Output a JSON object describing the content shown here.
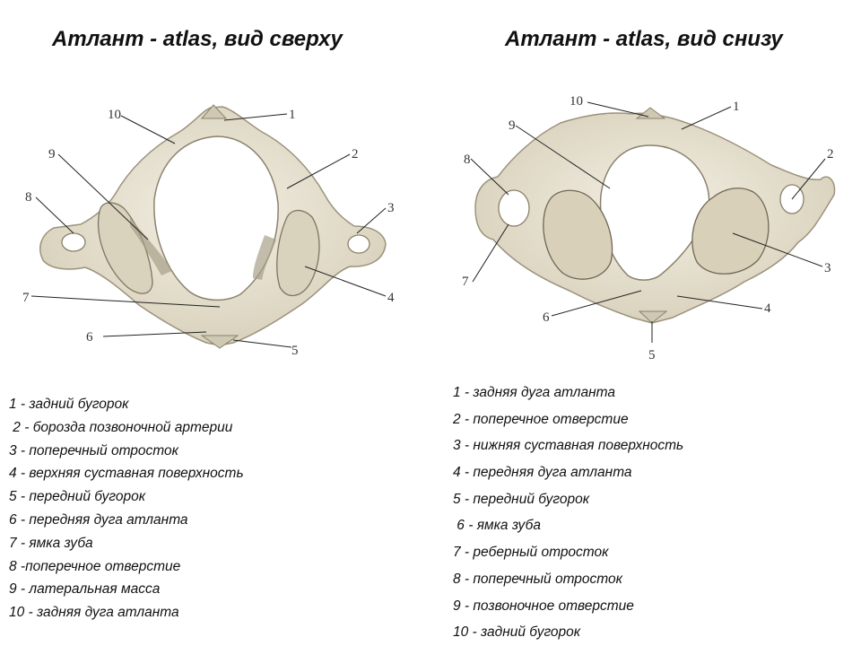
{
  "titles": {
    "left": "Атлант - atlas, вид сверху",
    "right": "Атлант - atlas, вид снизу"
  },
  "figure_left": {
    "callouts": [
      "1",
      "2",
      "3",
      "4",
      "5",
      "6",
      "7",
      "8",
      "9",
      "10"
    ]
  },
  "figure_right": {
    "callouts": [
      "1",
      "2",
      "3",
      "4",
      "5",
      "6",
      "7",
      "8",
      "9",
      "10"
    ]
  },
  "legend_left": [
    "1 - задний бугорок",
    " 2 - борозда позвоночной артерии",
    "3 - поперечный отросток",
    "4 - верхняя суставная поверхность",
    "5 - передний бугорок",
    "6 - передняя дуга атланта",
    "7 - ямка зуба",
    "8 -поперечное отверстие",
    "9 - латеральная масса",
    "10 - задняя дуга атланта"
  ],
  "legend_right": [
    "1 - задняя дуга атланта",
    "2 - поперечное отверстие",
    "3 - нижняя суставная поверхность",
    "4 - передняя дуга атланта",
    "5 - передний бугорок",
    " 6 - ямка зуба",
    "7 - реберный отросток",
    "8 - поперечный отросток",
    "9 - позвоночное отверстие",
    "10 - задний бугорок"
  ],
  "colors": {
    "bone": "#e9e3d2",
    "bone_shade": "#c9c1a8",
    "bone_dark": "#8f8671",
    "line": "#222222"
  }
}
